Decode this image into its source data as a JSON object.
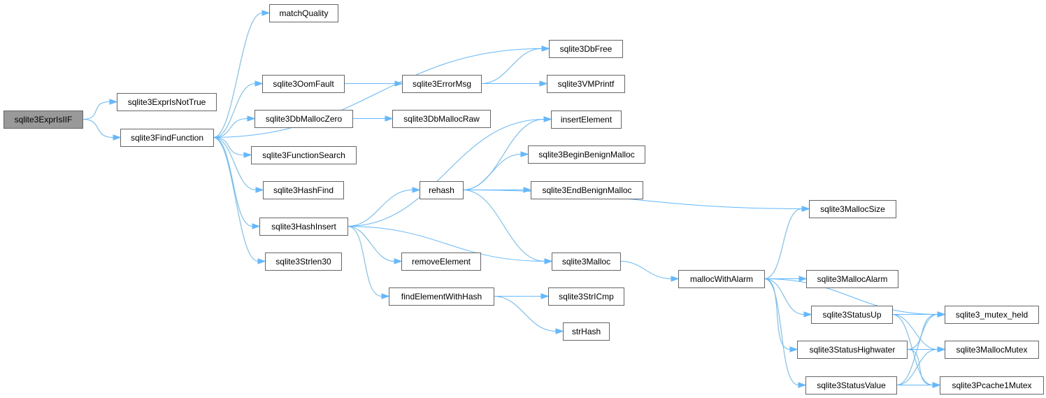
{
  "nodes": {
    "sqlite3ExprIsIIF": {
      "label": "sqlite3ExprIsIIF",
      "root": true
    },
    "sqlite3ExprIsNotTrue": {
      "label": "sqlite3ExprIsNotTrue"
    },
    "sqlite3FindFunction": {
      "label": "sqlite3FindFunction"
    },
    "matchQuality": {
      "label": "matchQuality"
    },
    "sqlite3DbFree": {
      "label": "sqlite3DbFree"
    },
    "sqlite3OomFault": {
      "label": "sqlite3OomFault"
    },
    "sqlite3ErrorMsg": {
      "label": "sqlite3ErrorMsg"
    },
    "sqlite3VMPrintf": {
      "label": "sqlite3VMPrintf"
    },
    "sqlite3DbMallocZero": {
      "label": "sqlite3DbMallocZero"
    },
    "sqlite3DbMallocRaw": {
      "label": "sqlite3DbMallocRaw"
    },
    "sqlite3FunctionSearch": {
      "label": "sqlite3FunctionSearch"
    },
    "sqlite3HashFind": {
      "label": "sqlite3HashFind"
    },
    "sqlite3HashInsert": {
      "label": "sqlite3HashInsert"
    },
    "sqlite3Strlen30": {
      "label": "sqlite3Strlen30"
    },
    "insertElement": {
      "label": "insertElement"
    },
    "sqlite3BeginBenignMalloc": {
      "label": "sqlite3BeginBenignMalloc"
    },
    "rehash": {
      "label": "rehash"
    },
    "sqlite3EndBenignMalloc": {
      "label": "sqlite3EndBenignMalloc"
    },
    "sqlite3MallocSize": {
      "label": "sqlite3MallocSize"
    },
    "sqlite3Malloc": {
      "label": "sqlite3Malloc"
    },
    "removeElement": {
      "label": "removeElement"
    },
    "findElementWithHash": {
      "label": "findElementWithHash"
    },
    "sqlite3StrICmp": {
      "label": "sqlite3StrICmp"
    },
    "strHash": {
      "label": "strHash"
    },
    "mallocWithAlarm": {
      "label": "mallocWithAlarm"
    },
    "sqlite3MallocAlarm": {
      "label": "sqlite3MallocAlarm"
    },
    "sqlite3StatusUp": {
      "label": "sqlite3StatusUp"
    },
    "sqlite3StatusHighwater": {
      "label": "sqlite3StatusHighwater"
    },
    "sqlite3StatusValue": {
      "label": "sqlite3StatusValue"
    },
    "sqlite3_mutex_held": {
      "label": "sqlite3_mutex_held"
    },
    "sqlite3MallocMutex": {
      "label": "sqlite3MallocMutex"
    },
    "sqlite3Pcache1Mutex": {
      "label": "sqlite3Pcache1Mutex"
    }
  },
  "edges": [
    [
      "sqlite3ExprIsIIF",
      "sqlite3ExprIsNotTrue"
    ],
    [
      "sqlite3ExprIsIIF",
      "sqlite3FindFunction"
    ],
    [
      "sqlite3FindFunction",
      "matchQuality"
    ],
    [
      "sqlite3FindFunction",
      "sqlite3DbFree"
    ],
    [
      "sqlite3FindFunction",
      "sqlite3OomFault"
    ],
    [
      "sqlite3FindFunction",
      "sqlite3DbMallocZero"
    ],
    [
      "sqlite3FindFunction",
      "sqlite3FunctionSearch"
    ],
    [
      "sqlite3FindFunction",
      "sqlite3HashFind"
    ],
    [
      "sqlite3FindFunction",
      "sqlite3HashInsert"
    ],
    [
      "sqlite3FindFunction",
      "sqlite3Strlen30"
    ],
    [
      "sqlite3OomFault",
      "sqlite3ErrorMsg"
    ],
    [
      "sqlite3ErrorMsg",
      "sqlite3DbFree"
    ],
    [
      "sqlite3ErrorMsg",
      "sqlite3VMPrintf"
    ],
    [
      "sqlite3DbMallocZero",
      "sqlite3DbMallocRaw"
    ],
    [
      "sqlite3HashInsert",
      "insertElement"
    ],
    [
      "sqlite3HashInsert",
      "rehash"
    ],
    [
      "sqlite3HashInsert",
      "sqlite3Malloc"
    ],
    [
      "sqlite3HashInsert",
      "removeElement"
    ],
    [
      "sqlite3HashInsert",
      "findElementWithHash"
    ],
    [
      "rehash",
      "insertElement"
    ],
    [
      "rehash",
      "sqlite3BeginBenignMalloc"
    ],
    [
      "rehash",
      "sqlite3EndBenignMalloc"
    ],
    [
      "rehash",
      "sqlite3MallocSize"
    ],
    [
      "rehash",
      "sqlite3Malloc"
    ],
    [
      "findElementWithHash",
      "sqlite3StrICmp"
    ],
    [
      "findElementWithHash",
      "strHash"
    ],
    [
      "sqlite3Malloc",
      "mallocWithAlarm"
    ],
    [
      "mallocWithAlarm",
      "sqlite3MallocSize"
    ],
    [
      "mallocWithAlarm",
      "sqlite3_mutex_held"
    ],
    [
      "mallocWithAlarm",
      "sqlite3MallocAlarm"
    ],
    [
      "mallocWithAlarm",
      "sqlite3StatusUp"
    ],
    [
      "mallocWithAlarm",
      "sqlite3StatusHighwater"
    ],
    [
      "mallocWithAlarm",
      "sqlite3StatusValue"
    ],
    [
      "sqlite3StatusUp",
      "sqlite3_mutex_held"
    ],
    [
      "sqlite3StatusUp",
      "sqlite3MallocMutex"
    ],
    [
      "sqlite3StatusUp",
      "sqlite3Pcache1Mutex"
    ],
    [
      "sqlite3StatusHighwater",
      "sqlite3_mutex_held"
    ],
    [
      "sqlite3StatusHighwater",
      "sqlite3MallocMutex"
    ],
    [
      "sqlite3StatusHighwater",
      "sqlite3Pcache1Mutex"
    ],
    [
      "sqlite3StatusValue",
      "sqlite3_mutex_held"
    ],
    [
      "sqlite3StatusValue",
      "sqlite3MallocMutex"
    ],
    [
      "sqlite3StatusValue",
      "sqlite3Pcache1Mutex"
    ]
  ],
  "colors": {
    "edge": "#63b8ff",
    "node_border": "#666666",
    "root_fill": "#999999",
    "node_fill": "#ffffff"
  }
}
